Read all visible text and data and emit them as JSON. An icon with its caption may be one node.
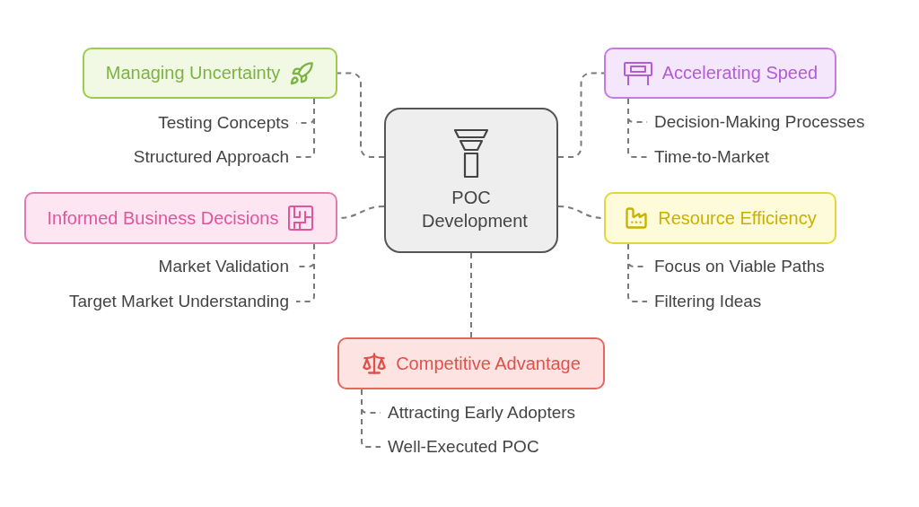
{
  "diagram": {
    "nodes": [
      {
        "text": [
          "POC Development"
        ]
      },
      {
        "text": [
          "Managing Uncertainty"
        ]
      },
      {
        "text": [
          "Testing Concepts"
        ]
      },
      {
        "text": [
          "Structured Approach"
        ]
      },
      {
        "text": [
          "Informed Business Decisions"
        ]
      },
      {
        "text": [
          "Market Validation"
        ]
      },
      {
        "text": [
          "Target Market Understanding"
        ]
      },
      {
        "text": [
          "Accelerating Speed"
        ]
      },
      {
        "text": [
          "Decision-Making Processes"
        ]
      },
      {
        "text": [
          "Time-to-Market"
        ]
      },
      {
        "text": [
          "Resource Efficiency"
        ]
      },
      {
        "text": [
          "Focus on Viable Paths"
        ]
      },
      {
        "text": [
          "Filtering Ideas"
        ]
      },
      {
        "text": [
          "Competitive Advantage"
        ]
      },
      {
        "text": [
          "Attracting Early Adopters"
        ]
      },
      {
        "text": [
          "Well-Executed POC"
        ]
      }
    ],
    "edges": [
      {
        "from": 0,
        "to": 1,
        "arrow": "none",
        "style": "dashed"
      },
      {
        "from": 1,
        "to": 2,
        "arrow": "none",
        "style": "dashed"
      },
      {
        "from": 1,
        "to": 3,
        "arrow": "none",
        "style": "dashed"
      },
      {
        "from": 0,
        "to": 4,
        "arrow": "none",
        "style": "dashed"
      },
      {
        "from": 4,
        "to": 5,
        "arrow": "none",
        "style": "dashed"
      },
      {
        "from": 4,
        "to": 6,
        "arrow": "none",
        "style": "dashed"
      },
      {
        "from": 0,
        "to": 7,
        "arrow": "none",
        "style": "dashed"
      },
      {
        "from": 7,
        "to": 8,
        "arrow": "none",
        "style": "dashed"
      },
      {
        "from": 7,
        "to": 9,
        "arrow": "none",
        "style": "dashed"
      },
      {
        "from": 0,
        "to": 10,
        "arrow": "none",
        "style": "dashed"
      },
      {
        "from": 10,
        "to": 11,
        "arrow": "none",
        "style": "dashed"
      },
      {
        "from": 10,
        "to": 12,
        "arrow": "none",
        "style": "dashed"
      },
      {
        "from": 0,
        "to": 13,
        "arrow": "none",
        "style": "dashed"
      },
      {
        "from": 13,
        "to": 14,
        "arrow": "none",
        "style": "dashed"
      },
      {
        "from": 13,
        "to": 15,
        "arrow": "none",
        "style": "dashed"
      }
    ]
  }
}
